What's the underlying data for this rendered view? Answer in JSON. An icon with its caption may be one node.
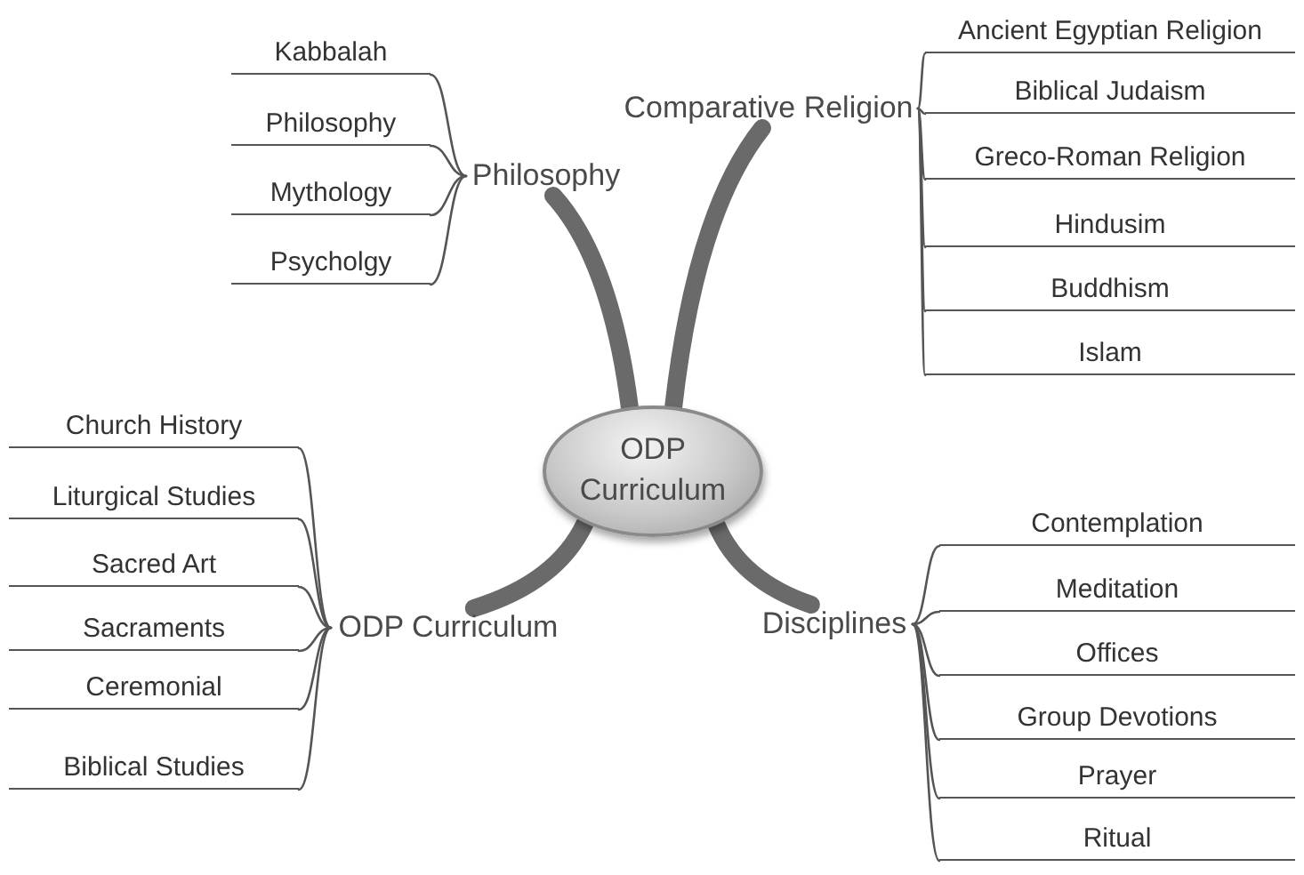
{
  "diagram": {
    "nodes": [
      {
        "text": [
          "ODP Curriculum"
        ]
      },
      {
        "text": [
          "Philosophy"
        ]
      },
      {
        "text": [
          "Kabbalah"
        ]
      },
      {
        "text": [
          "Philosophy"
        ]
      },
      {
        "text": [
          "Mythology"
        ]
      },
      {
        "text": [
          "Psycholgy"
        ]
      },
      {
        "text": [
          "Comparative Religion"
        ]
      },
      {
        "text": [
          "Ancient Egyptian Religion"
        ]
      },
      {
        "text": [
          "Biblical Judaism"
        ]
      },
      {
        "text": [
          "Greco-Roman Religion"
        ]
      },
      {
        "text": [
          "Hindusim"
        ]
      },
      {
        "text": [
          "Buddhism"
        ]
      },
      {
        "text": [
          "Islam"
        ]
      },
      {
        "text": [
          "ODP Curriculum"
        ]
      },
      {
        "text": [
          "Church History"
        ]
      },
      {
        "text": [
          "Liturgical Studies"
        ]
      },
      {
        "text": [
          "Sacred Art"
        ]
      },
      {
        "text": [
          "Sacraments"
        ]
      },
      {
        "text": [
          "Ceremonial"
        ]
      },
      {
        "text": [
          "Biblical Studies"
        ]
      },
      {
        "text": [
          "Disciplines"
        ]
      },
      {
        "text": [
          "Contemplation"
        ]
      },
      {
        "text": [
          "Meditation"
        ]
      },
      {
        "text": [
          "Offices"
        ]
      },
      {
        "text": [
          "Group Devotions"
        ]
      },
      {
        "text": [
          "Prayer"
        ]
      },
      {
        "text": [
          "Ritual"
        ]
      }
    ],
    "edges": [
      {
        "from": 0,
        "to": 1,
        "arrow": "none",
        "style": "thick"
      },
      {
        "from": 1,
        "to": 2,
        "arrow": "none"
      },
      {
        "from": 1,
        "to": 3,
        "arrow": "none"
      },
      {
        "from": 1,
        "to": 4,
        "arrow": "none"
      },
      {
        "from": 1,
        "to": 5,
        "arrow": "none"
      },
      {
        "from": 0,
        "to": 6,
        "arrow": "none",
        "style": "thick"
      },
      {
        "from": 6,
        "to": 7,
        "arrow": "none"
      },
      {
        "from": 6,
        "to": 8,
        "arrow": "none"
      },
      {
        "from": 6,
        "to": 9,
        "arrow": "none"
      },
      {
        "from": 6,
        "to": 10,
        "arrow": "none"
      },
      {
        "from": 6,
        "to": 11,
        "arrow": "none"
      },
      {
        "from": 6,
        "to": 12,
        "arrow": "none"
      },
      {
        "from": 0,
        "to": 13,
        "arrow": "none",
        "style": "thick"
      },
      {
        "from": 13,
        "to": 14,
        "arrow": "none"
      },
      {
        "from": 13,
        "to": 15,
        "arrow": "none"
      },
      {
        "from": 13,
        "to": 16,
        "arrow": "none"
      },
      {
        "from": 13,
        "to": 17,
        "arrow": "none"
      },
      {
        "from": 13,
        "to": 18,
        "arrow": "none"
      },
      {
        "from": 13,
        "to": 19,
        "arrow": "none"
      },
      {
        "from": 0,
        "to": 20,
        "arrow": "none",
        "style": "thick"
      },
      {
        "from": 20,
        "to": 21,
        "arrow": "none"
      },
      {
        "from": 20,
        "to": 22,
        "arrow": "none"
      },
      {
        "from": 20,
        "to": 23,
        "arrow": "none"
      },
      {
        "from": 20,
        "to": 24,
        "arrow": "none"
      },
      {
        "from": 20,
        "to": 25,
        "arrow": "none"
      },
      {
        "from": 20,
        "to": 26,
        "arrow": "none"
      }
    ]
  }
}
